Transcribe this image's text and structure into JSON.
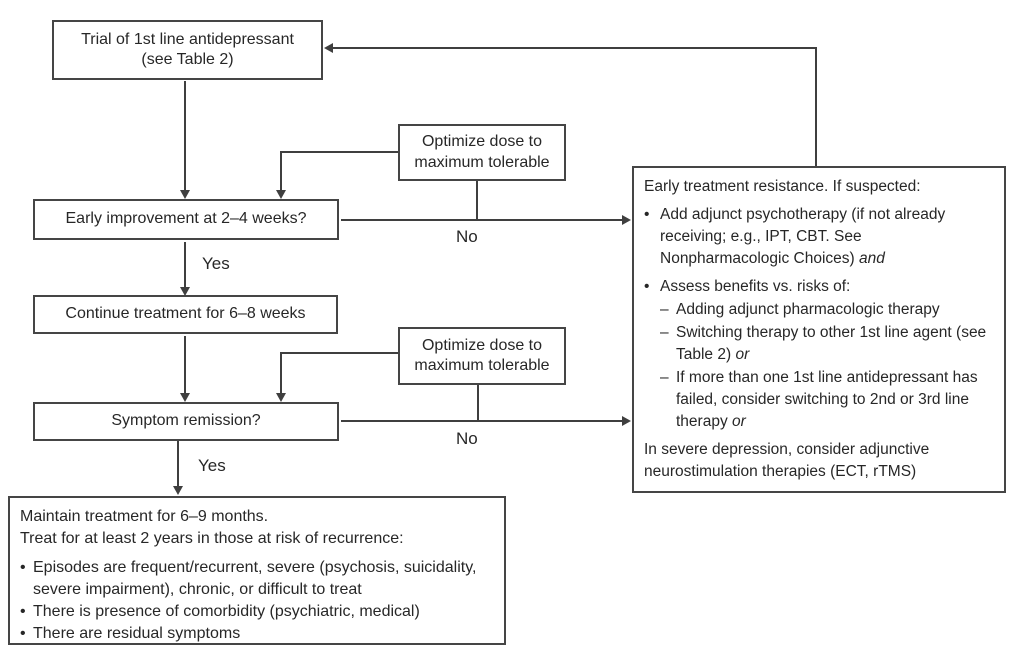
{
  "colors": {
    "background": "#ffffff",
    "box_border": "#454545",
    "line": "#3f3f3f",
    "text": "#272727"
  },
  "labels": {
    "yes": "Yes",
    "no": "No",
    "bullet": "•",
    "dash": "–"
  },
  "boxes": {
    "trial": {
      "line1": "Trial of 1st line antidepressant",
      "line2": "(see Table 2)"
    },
    "optimize1": {
      "line1": "Optimize dose to",
      "line2": "maximum tolerable"
    },
    "optimize2": {
      "line1": "Optimize dose to",
      "line2": "maximum tolerable"
    },
    "early": {
      "text": "Early improvement at 2–4 weeks?"
    },
    "continue": {
      "text": "Continue treatment for 6–8 weeks"
    },
    "remission": {
      "text": "Symptom remission?"
    },
    "maintain": {
      "line1": "Maintain treatment for 6–9 months.",
      "line2": "Treat for at least 2 years in those at risk of recurrence:",
      "bullets": [
        "Episodes are frequent/recurrent, severe (psychosis, suicidality, severe impairment), chronic, or difficult to treat",
        "There is presence of comorbidity (psychiatric, medical)",
        "There are residual symptoms"
      ]
    },
    "resistance": {
      "title": "Early treatment resistance. If suspected:",
      "bullet1_text": "Add adjunct psychotherapy (if not already receiving; e.g., IPT, CBT. See Nonpharmacologic Choices) ",
      "bullet1_em": "and",
      "bullet2_text": "Assess benefits vs. risks of:",
      "sub1_text": "Adding adjunct pharmacologic therapy",
      "sub2_text": "Switching therapy to other 1st line agent (see Table 2) ",
      "sub2_em": "or",
      "sub3_text": "If more than one 1st line antidepressant has failed, consider switching to 2nd or 3rd line therapy ",
      "sub3_em": "or",
      "footer": "In severe depression, consider adjunctive neurostimulation therapies (ECT, rTMS)"
    }
  }
}
